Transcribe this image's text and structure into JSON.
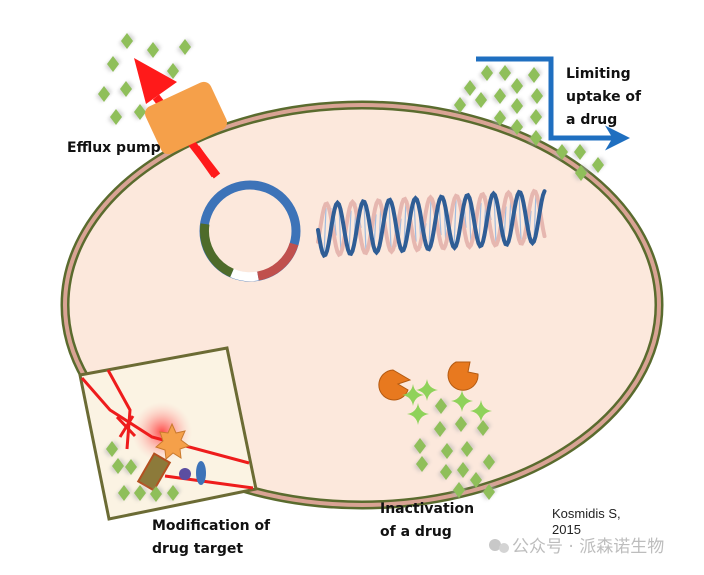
{
  "figure": {
    "title": "Mechanisms of antibiotic resistance",
    "labels": {
      "efflux_pump": "Efflux pump",
      "limiting_uptake": [
        "Limiting",
        "uptake of",
        "a drug"
      ],
      "modification": [
        "Modification of",
        "drug target"
      ],
      "inactivation": [
        "Inactivation",
        "of a drug"
      ]
    },
    "citation": [
      "Kosmidis S,",
      "2015"
    ],
    "watermark": "公众号 · 派森诺生物",
    "colors": {
      "cytoplasm": "#fce8dc",
      "membrane_outer": "#5a6b2e",
      "membrane_inner": "#d9a394",
      "drug": "#8fbf5a",
      "efflux_arrow": "#ff1a1a",
      "pump": "#f5a04a",
      "uptake_arrow": "#1f6fc0",
      "plasmid_main": "#3d73b8",
      "plasmid_green": "#4e6b2a",
      "plasmid_red": "#c0504d",
      "dna_blue": "#2f5d95",
      "dna_pink": "#e6b7b0",
      "enzyme": "#e8791f",
      "target_box_fill": "#fbf3e3",
      "target_box_border": "#6b6b34"
    }
  }
}
